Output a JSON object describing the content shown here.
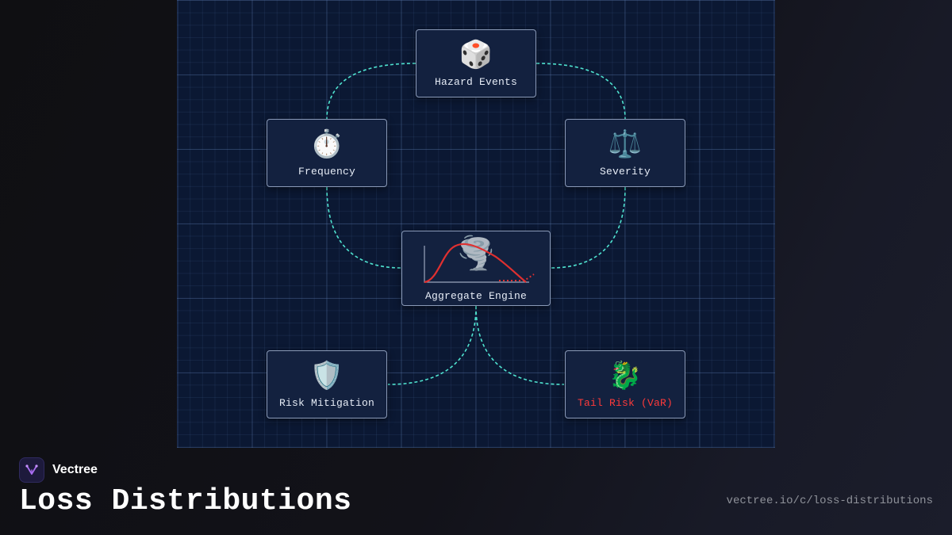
{
  "diagram": {
    "nodes": {
      "hazard": {
        "icon": "🎲",
        "icon_name": "dice-icon",
        "label": "Hazard Events"
      },
      "frequency": {
        "icon": "⏱️",
        "icon_name": "stopwatch-icon",
        "label": "Frequency"
      },
      "severity": {
        "icon": "⚖️",
        "icon_name": "balance-scale-icon",
        "label": "Severity"
      },
      "engine": {
        "icon": "🌪️",
        "icon_name": "tornado-icon",
        "label": "Aggregate Engine"
      },
      "mitigation": {
        "icon": "🛡️",
        "icon_name": "shield-icon",
        "label": "Risk Mitigation"
      },
      "tail": {
        "icon": "🐉",
        "icon_name": "dragon-icon",
        "label": "Tail Risk (VaR)"
      }
    },
    "connections": [
      [
        "hazard",
        "frequency"
      ],
      [
        "hazard",
        "severity"
      ],
      [
        "frequency",
        "engine"
      ],
      [
        "severity",
        "engine"
      ],
      [
        "engine",
        "mitigation"
      ],
      [
        "engine",
        "tail"
      ]
    ],
    "colors": {
      "connector": "#4fe3d0",
      "curve": "#e03030",
      "tail_label": "#ff3a3a",
      "background": "#0b1833"
    }
  },
  "brand": {
    "name": "Vectree",
    "logo_icon": "vectree-logo-icon"
  },
  "footer": {
    "title": "Loss Distributions",
    "url": "vectree.io/c/loss-distributions"
  }
}
